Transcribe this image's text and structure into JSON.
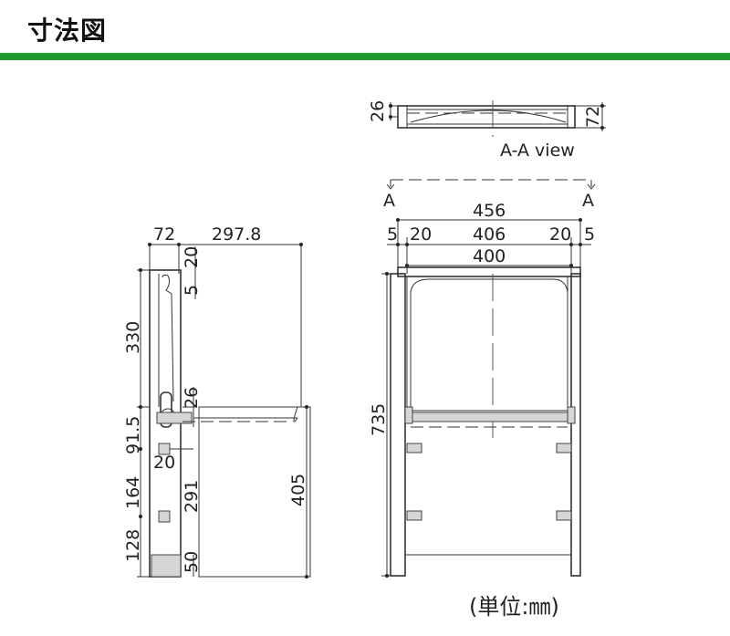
{
  "header": {
    "title": "寸法図"
  },
  "unit_caption": "(単位:㎜)",
  "view_label": "A-A view",
  "section_markers": {
    "left": "A",
    "right": "A"
  },
  "top_view": {
    "dim_depth": "26",
    "dim_height": "72"
  },
  "front_view": {
    "overall_width": "456",
    "inner_width": "406",
    "shelf_width": "400",
    "left_offset": "5",
    "left_frame": "20",
    "right_frame": "20",
    "right_offset": "5",
    "height": "735"
  },
  "side_view": {
    "bracket_depth": "72",
    "shelf_depth": "297.8",
    "top_gap": "20",
    "top_offset": "5",
    "shelf_height": "330",
    "lip": "26",
    "lower_gap": "91.5",
    "bracket_width": "20",
    "hole_spacing": "164",
    "post_height": "291",
    "bottom_hole": "128",
    "foot": "50",
    "lower_height": "405"
  },
  "colors": {
    "accent_bar": "#1e9a2e",
    "line": "#333333"
  }
}
